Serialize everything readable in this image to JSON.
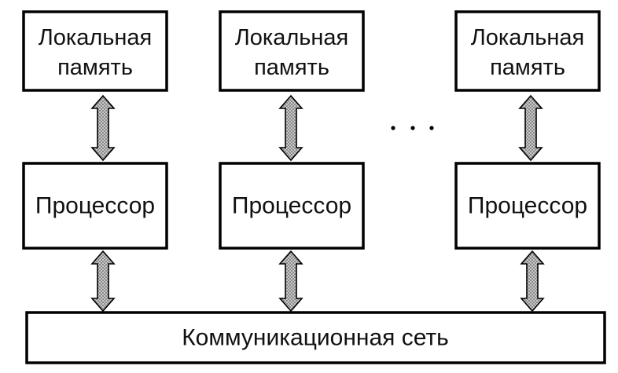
{
  "nodes": [
    {
      "memory_label": [
        "Локальная",
        "память"
      ],
      "processor_label": "Процессор"
    },
    {
      "memory_label": [
        "Локальная",
        "память"
      ],
      "processor_label": "Процессор"
    },
    {
      "memory_label": [
        "Локальная",
        "память"
      ],
      "processor_label": "Процессор"
    }
  ],
  "ellipsis": ". . .",
  "network_label": "Коммуникационная сеть",
  "colors": {
    "stroke": "#000000",
    "arrow_fill": "#9a9a9a",
    "background": "#ffffff"
  }
}
